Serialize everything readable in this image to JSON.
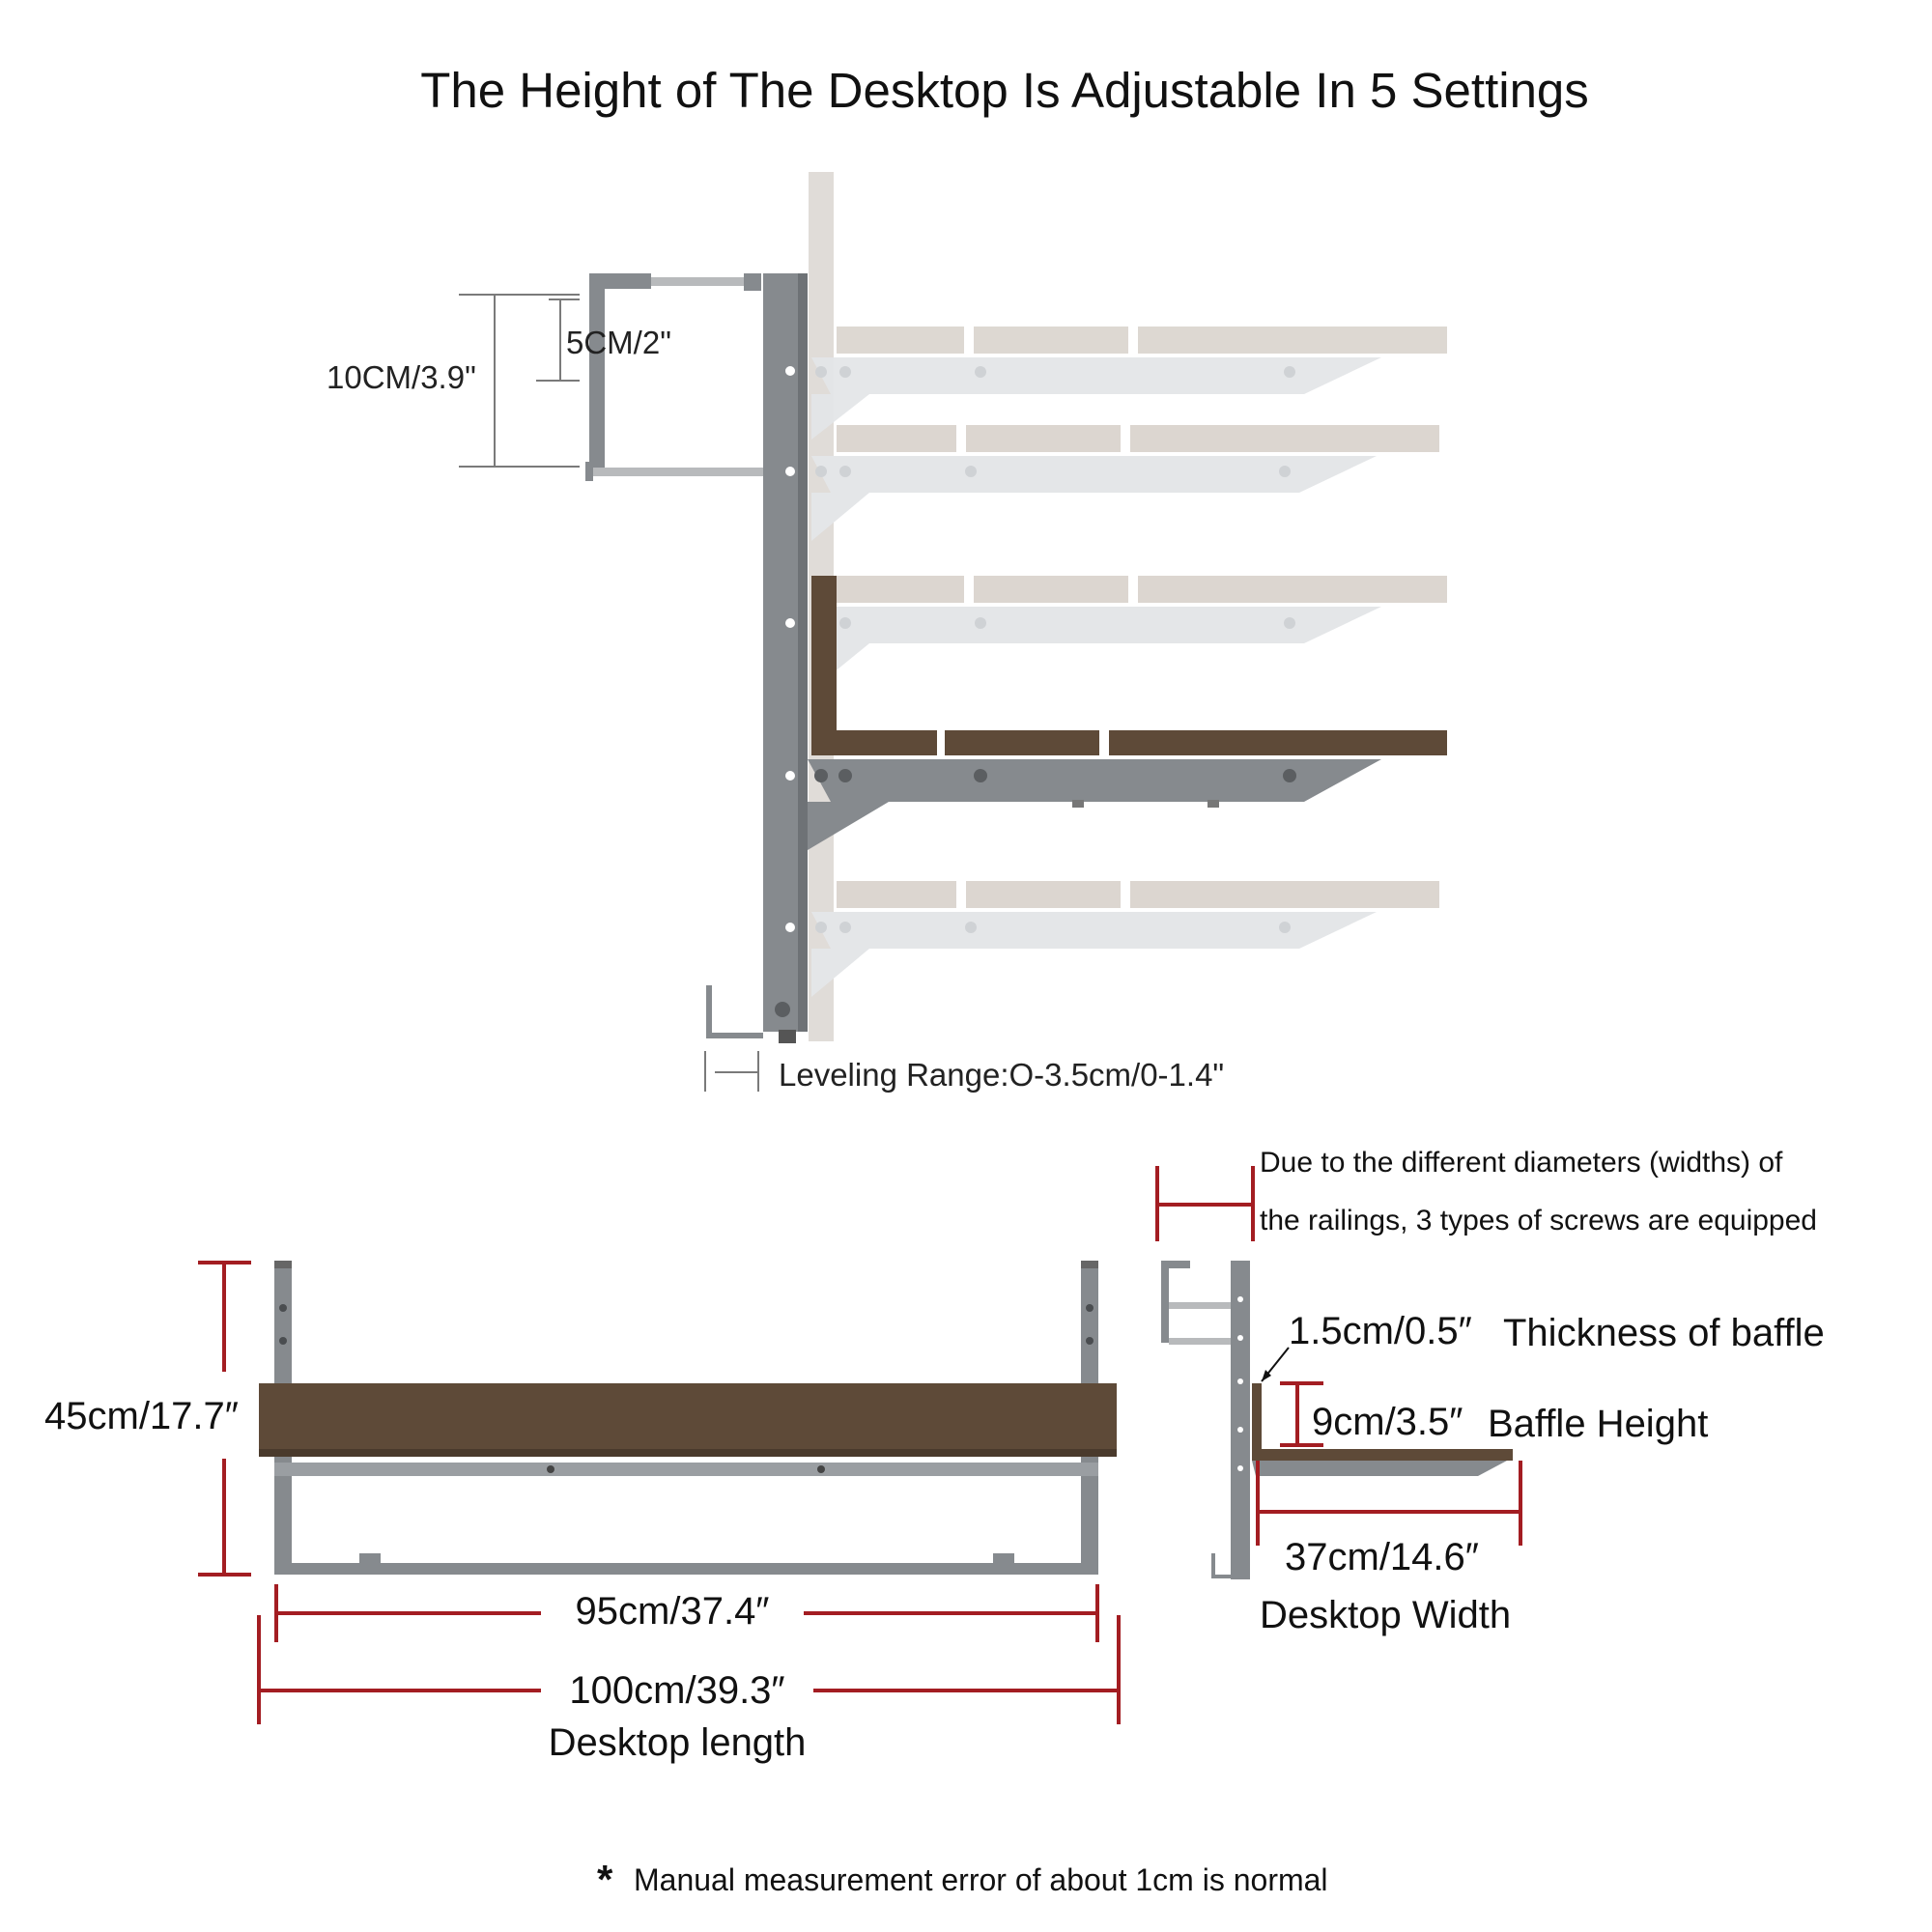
{
  "title": "The Height of The Desktop Is Adjustable In 5 Settings",
  "side_view": {
    "dim_10cm": "10CM/3.9\"",
    "dim_5cm": "5CM/2\"",
    "leveling": "Leveling Range:O-3.5cm/0-1.4\"",
    "shelf_positions": 5
  },
  "front_view": {
    "height": "45cm/17.7″",
    "inner_length": "95cm/37.4″",
    "total_length": "100cm/39.3″",
    "total_length_caption": "Desktop length"
  },
  "detail_view": {
    "screws_note_line1": "Due to the different diameters (widths) of",
    "screws_note_line2": "the railings, 3 types of screws are equipped",
    "baffle_thickness": "1.5cm/0.5″",
    "baffle_thickness_caption": "Thickness of baffle",
    "baffle_height": "9cm/3.5″",
    "baffle_height_caption": "Baffle Height",
    "desktop_width": "37cm/14.6″",
    "desktop_width_caption": "Desktop Width"
  },
  "footnote_mark": "*",
  "footnote": "Manual measurement error of about 1cm is normal",
  "colors": {
    "frame": "#868a8e",
    "frame_dark": "#6e7276",
    "wood": "#5e4a38",
    "ghost_board": "#dcd6d0",
    "ghost_bracket": "#e4e6e8",
    "dimension_red": "#a31d22",
    "dimension_gray": "#7a7a7a"
  }
}
